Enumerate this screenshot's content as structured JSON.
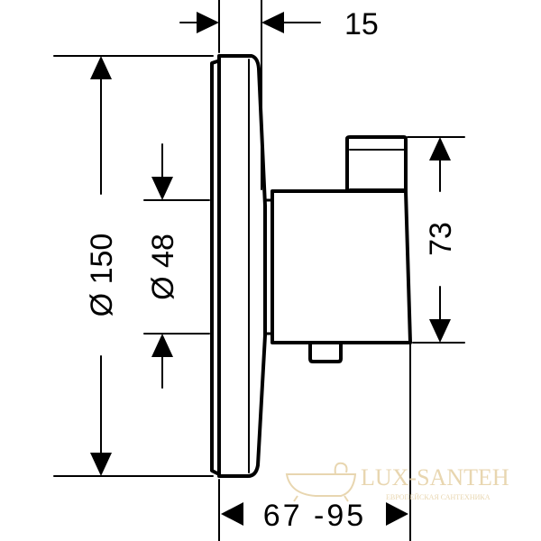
{
  "drawing": {
    "dimensions": {
      "plate_depth": "15",
      "plate_diameter": "Ø 150",
      "cutout_diameter": "Ø 48",
      "body_height": "73",
      "installation_depth": "67 -95"
    }
  },
  "watermark": {
    "brand": "LUX-SANTEH",
    "tagline": "ЕВРОПЕЙСКАЯ САНТЕХНИКА",
    "color": "#e6d2a8"
  }
}
